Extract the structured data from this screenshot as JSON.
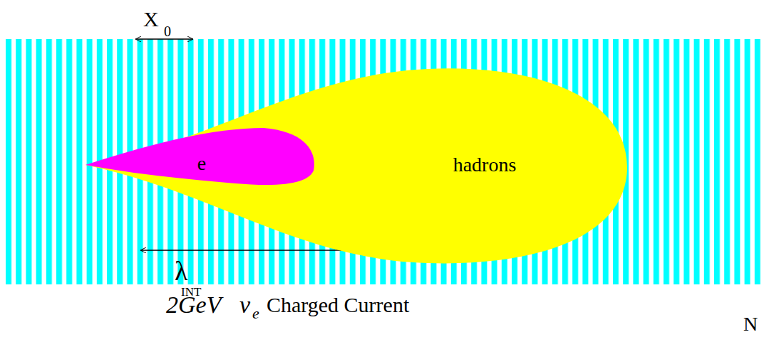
{
  "diagram": {
    "nodes": [
      {
        "text": [
          "hadrons"
        ]
      },
      {
        "text": [
          "e"
        ],
        "in": 0
      }
    ],
    "labels": [
      "X",
      "0",
      "λ",
      "INT",
      "2GeV",
      "ν",
      "e",
      "Charged Current",
      "N"
    ]
  }
}
